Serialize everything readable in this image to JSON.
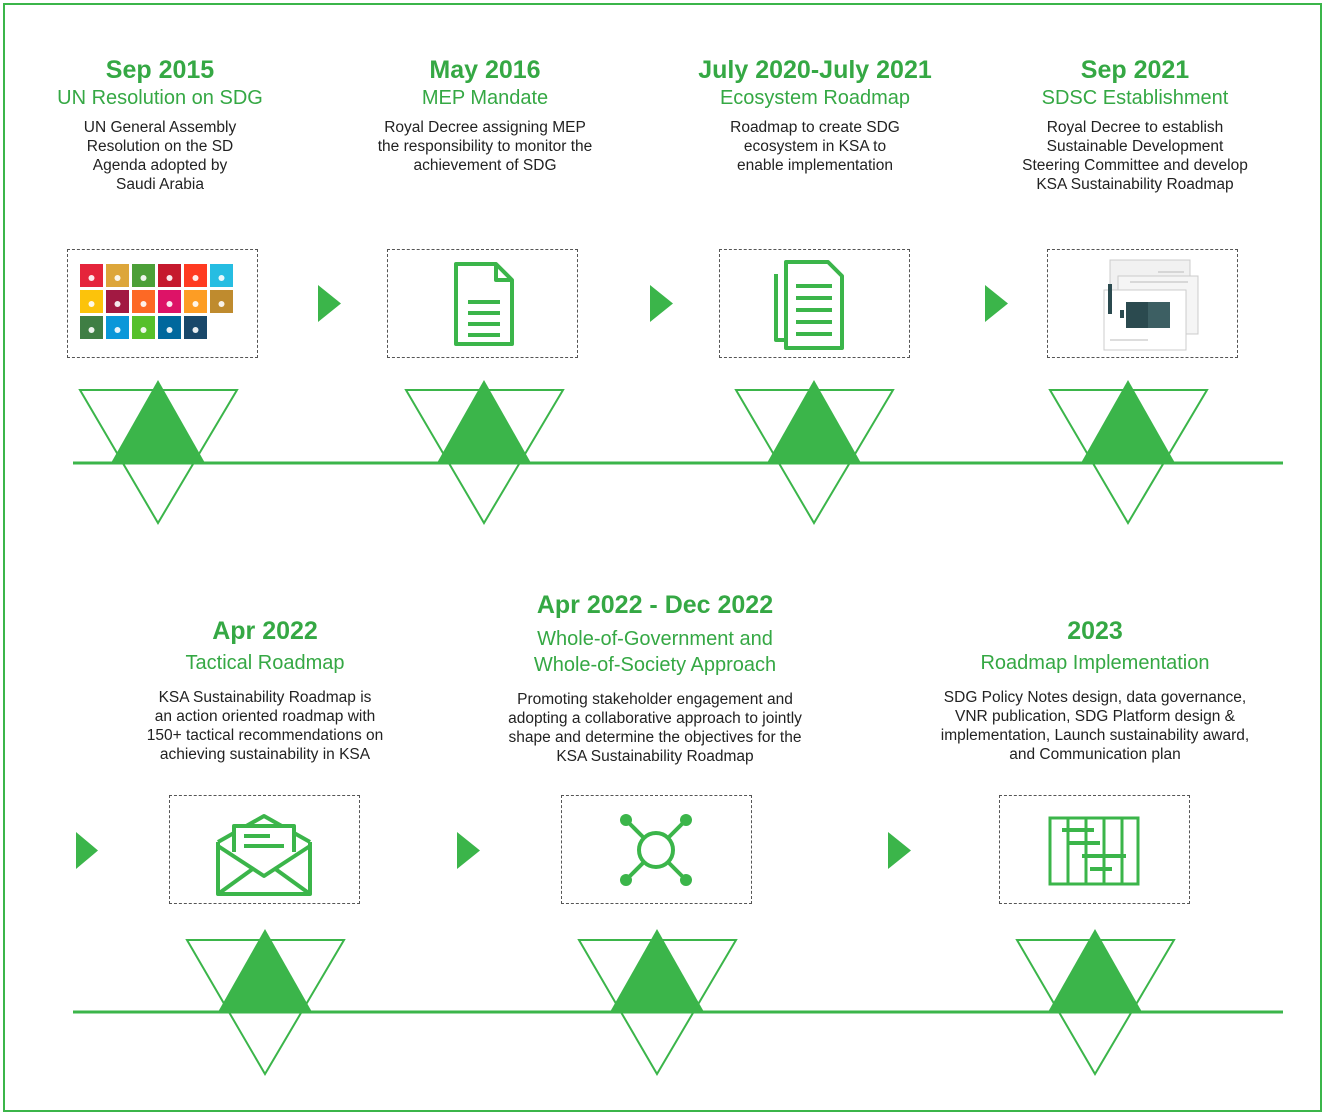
{
  "colors": {
    "accent": "#3bb54a",
    "text": "#222222"
  },
  "row1": [
    {
      "date": "Sep 2015",
      "title": "UN Resolution on SDG",
      "desc": [
        "UN General Assembly",
        "Resolution on the SD",
        "Agenda adopted by",
        "Saudi Arabia"
      ],
      "icon": "sdg-goals-grid-icon"
    },
    {
      "date": "May 2016",
      "title": "MEP Mandate",
      "desc": [
        "Royal Decree assigning MEP",
        "the responsibility to monitor the",
        "achievement of SDG"
      ],
      "icon": "document-icon"
    },
    {
      "date": "July 2020-July 2021",
      "title": "Ecosystem Roadmap",
      "desc": [
        "Roadmap to create SDG",
        "ecosystem in KSA to",
        "enable implementation"
      ],
      "icon": "documents-stack-icon"
    },
    {
      "date": "Sep 2021",
      "title": "SDSC Establishment",
      "desc": [
        "Royal Decree to establish",
        "Sustainable Development",
        "Steering Committee and develop",
        "KSA Sustainability Roadmap"
      ],
      "icon": "roadmap-pages-icon"
    }
  ],
  "row2": [
    {
      "date": "Apr 2022",
      "title": "Tactical Roadmap",
      "desc": [
        "KSA Sustainability Roadmap is",
        "an action oriented roadmap with",
        "150+ tactical recommendations on",
        "achieving sustainability in KSA"
      ],
      "icon": "envelope-letter-icon"
    },
    {
      "date": "Apr 2022 - Dec 2022",
      "title": "Whole-of-Government and",
      "title2": "Whole-of-Society Approach",
      "desc": [
        "Promoting stakeholder engagement and",
        "adopting a collaborative approach to jointly",
        "shape and determine the objectives for the",
        "KSA Sustainability Roadmap"
      ],
      "icon": "network-hub-icon"
    },
    {
      "date": "2023",
      "title": "Roadmap Implementation",
      "desc": [
        "SDG Policy Notes design, data governance,",
        "VNR publication, SDG Platform design &",
        "implementation, Launch sustainability award,",
        "and Communication plan"
      ],
      "icon": "gantt-chart-icon"
    }
  ]
}
